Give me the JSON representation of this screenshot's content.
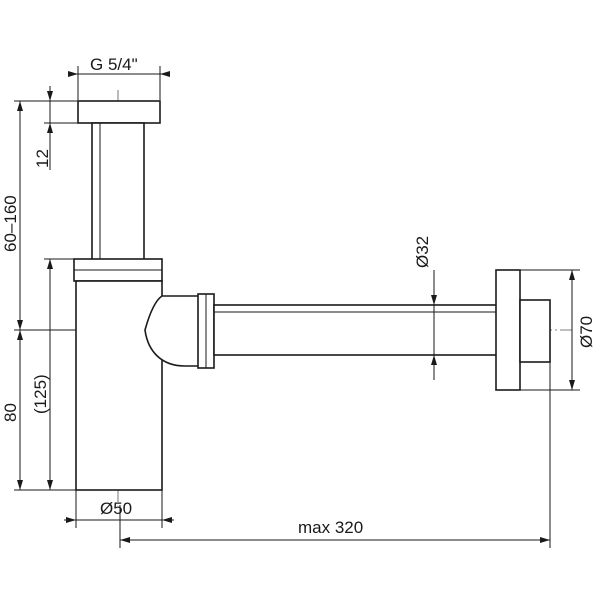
{
  "diagram": {
    "labels": {
      "thread": "G 5/4\"",
      "cap_height": "12",
      "adjust_range": "60–160",
      "lower_height": "80",
      "lower_height_alt": "(125)",
      "body_diameter": "Ø50",
      "pipe_diameter": "Ø32",
      "rosette_diameter": "Ø70",
      "max_length": "max 320"
    }
  }
}
